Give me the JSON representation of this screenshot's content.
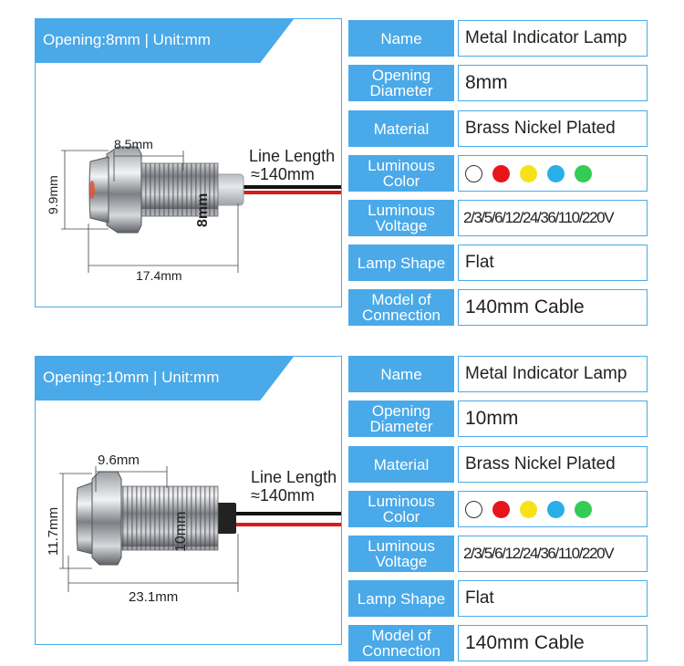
{
  "colors": {
    "accent": "#4aa9e8",
    "text": "#222222"
  },
  "sections": [
    {
      "banner": "Opening:8mm | Unit:mm",
      "dims": {
        "top": "8.5mm",
        "side": "9.9mm",
        "thread": "8mm",
        "bottom": "17.4mm"
      },
      "line_label_1": "Line Length",
      "line_label_2": "≈140mm",
      "table": [
        {
          "label": "Name",
          "value": "Metal Indicator Lamp"
        },
        {
          "label": "Opening Diameter",
          "value": "8mm"
        },
        {
          "label": "Material",
          "value": "Brass Nickel Plated"
        },
        {
          "label": "Luminous Color",
          "value": ""
        },
        {
          "label": "Luminous Voltage",
          "value": "2/3/5/6/12/24/36/110/220V"
        },
        {
          "label": "Lamp Shape",
          "value": "Flat"
        },
        {
          "label": "Model of Connection",
          "value": "140mm Cable"
        }
      ]
    },
    {
      "banner": "Opening:10mm | Unit:mm",
      "dims": {
        "top": "9.6mm",
        "side": "11.7mm",
        "thread": "10mm",
        "bottom": "23.1mm"
      },
      "line_label_1": "Line Length",
      "line_label_2": "≈140mm",
      "table": [
        {
          "label": "Name",
          "value": "Metal Indicator Lamp"
        },
        {
          "label": "Opening Diameter",
          "value": "10mm"
        },
        {
          "label": "Material",
          "value": "Brass Nickel Plated"
        },
        {
          "label": "Luminous Color",
          "value": ""
        },
        {
          "label": "Luminous Voltage",
          "value": "2/3/5/6/12/24/36/110/220V"
        },
        {
          "label": "Lamp Shape",
          "value": "Flat"
        },
        {
          "label": "Model of Connection",
          "value": "140mm Cable"
        }
      ]
    }
  ],
  "luminous_colors": [
    "#ffffff",
    "#e8141b",
    "#f7e21a",
    "#2aaee8",
    "#33cc55"
  ]
}
